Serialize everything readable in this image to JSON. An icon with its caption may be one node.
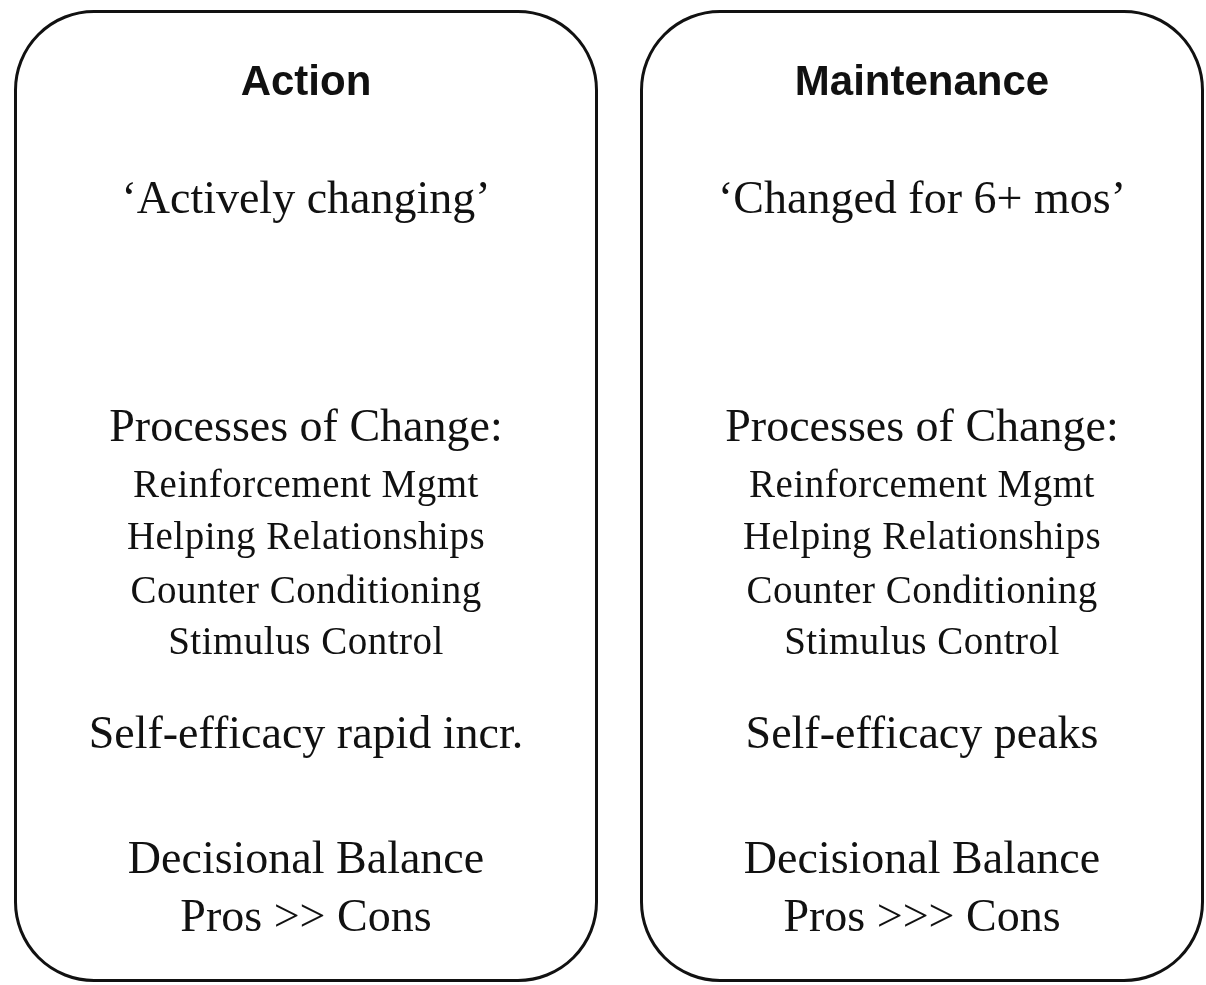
{
  "diagram": {
    "nodes": [
      {
        "text": [
          "Action",
          "‘Actively changing’",
          "Processes of Change:",
          "Reinforcement Mgmt",
          "Helping Relationships",
          "Counter Conditioning",
          "Stimulus Control",
          "Self-efficacy rapid incr.",
          "Decisional Balance",
          "Pros >> Cons"
        ]
      },
      {
        "text": [
          "Maintenance",
          "‘Changed for 6+ mos’",
          "Processes of Change:",
          "Reinforcement Mgmt",
          "Helping Relationships",
          "Counter Conditioning",
          "Stimulus Control",
          "Self-efficacy peaks",
          "Decisional Balance",
          "Pros >>> Cons"
        ]
      }
    ]
  }
}
